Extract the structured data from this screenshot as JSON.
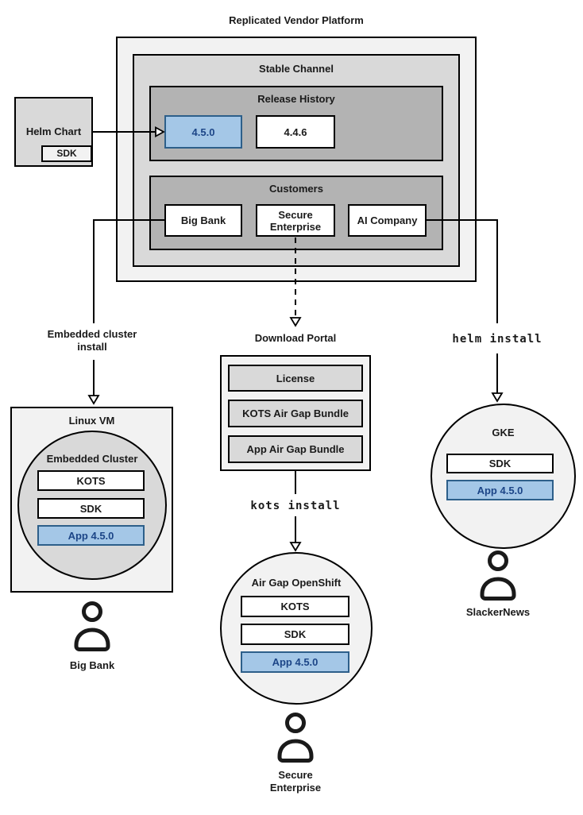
{
  "colors": {
    "accent_fill": "#a4c7e7",
    "accent_border": "#2d5f8a",
    "accent_text": "#1c4587",
    "container_light": "#f2f2f2",
    "container_medium": "#d9d9d9",
    "container_dark": "#b3b3b3",
    "line": "#000000"
  },
  "platform": {
    "title": "Replicated Vendor Platform",
    "stable_channel": "Stable Channel",
    "release_history": {
      "title": "Release History",
      "releases": [
        {
          "version": "4.5.0",
          "highlighted": true
        },
        {
          "version": "4.4.6",
          "highlighted": false
        }
      ]
    },
    "customers": {
      "title": "Customers",
      "items": [
        {
          "name": "Big Bank"
        },
        {
          "name": "Secure Enterprise"
        },
        {
          "name": "AI Company"
        }
      ]
    }
  },
  "helm_chart": {
    "title": "Helm Chart",
    "sdk": "SDK"
  },
  "connectors": {
    "embedded_install": {
      "line1": "Embedded cluster",
      "line2": "install"
    },
    "kots_install": "kots install",
    "helm_install": "helm install"
  },
  "download_portal": {
    "title": "Download Portal",
    "items": [
      {
        "label": "License"
      },
      {
        "label": "KOTS Air Gap Bundle"
      },
      {
        "label": "App Air Gap Bundle"
      }
    ]
  },
  "big_bank_env": {
    "title": "Linux VM",
    "cluster_title": "Embedded Cluster",
    "components": [
      {
        "label": "KOTS",
        "highlighted": false
      },
      {
        "label": "SDK",
        "highlighted": false
      },
      {
        "label": "App 4.5.0",
        "highlighted": true
      }
    ],
    "user": "Big Bank"
  },
  "secure_enterprise_env": {
    "title": "Air Gap OpenShift",
    "components": [
      {
        "label": "KOTS",
        "highlighted": false
      },
      {
        "label": "SDK",
        "highlighted": false
      },
      {
        "label": "App 4.5.0",
        "highlighted": true
      }
    ],
    "user_line1": "Secure",
    "user_line2": "Enterprise"
  },
  "ai_company_env": {
    "title": "GKE",
    "components": [
      {
        "label": "SDK",
        "highlighted": false
      },
      {
        "label": "App 4.5.0",
        "highlighted": true
      }
    ],
    "user": "SlackerNews"
  }
}
